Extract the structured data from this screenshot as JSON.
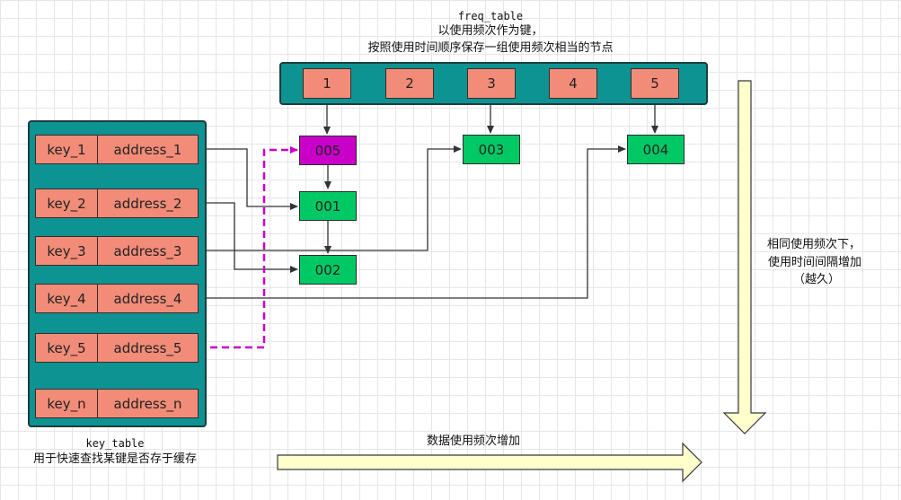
{
  "freq_table": {
    "name": "freq_table",
    "desc_line1": "以使用频次作为键，",
    "desc_line2": "按照使用时间顺序保存一组使用频次相当的节点",
    "slots": [
      "1",
      "2",
      "3",
      "4",
      "5"
    ]
  },
  "key_table": {
    "name": "key_table",
    "desc": "用于快速查找某键是否存于缓存",
    "rows": [
      {
        "key": "key_1",
        "address": "address_1"
      },
      {
        "key": "key_2",
        "address": "address_2"
      },
      {
        "key": "key_3",
        "address": "address_3"
      },
      {
        "key": "key_4",
        "address": "address_4"
      },
      {
        "key": "key_5",
        "address": "address_5"
      },
      {
        "key": "key_n",
        "address": "address_n"
      }
    ]
  },
  "nodes": {
    "n005": "005",
    "n001": "001",
    "n002": "002",
    "n003": "003",
    "n004": "004"
  },
  "annotations": {
    "right_line1": "相同使用频次下，",
    "right_line2": "使用时间间隔增加",
    "right_line3": "（越久）",
    "bottom": "数据使用频次增加"
  },
  "colors": {
    "panel": "#0e9393",
    "cell": "#f28c78",
    "node_green": "#00c864",
    "node_new": "#c800c8",
    "dashed_link": "#c800c8",
    "arrow_fill": "#ffffcc",
    "arrow_stroke": "#36393d"
  }
}
